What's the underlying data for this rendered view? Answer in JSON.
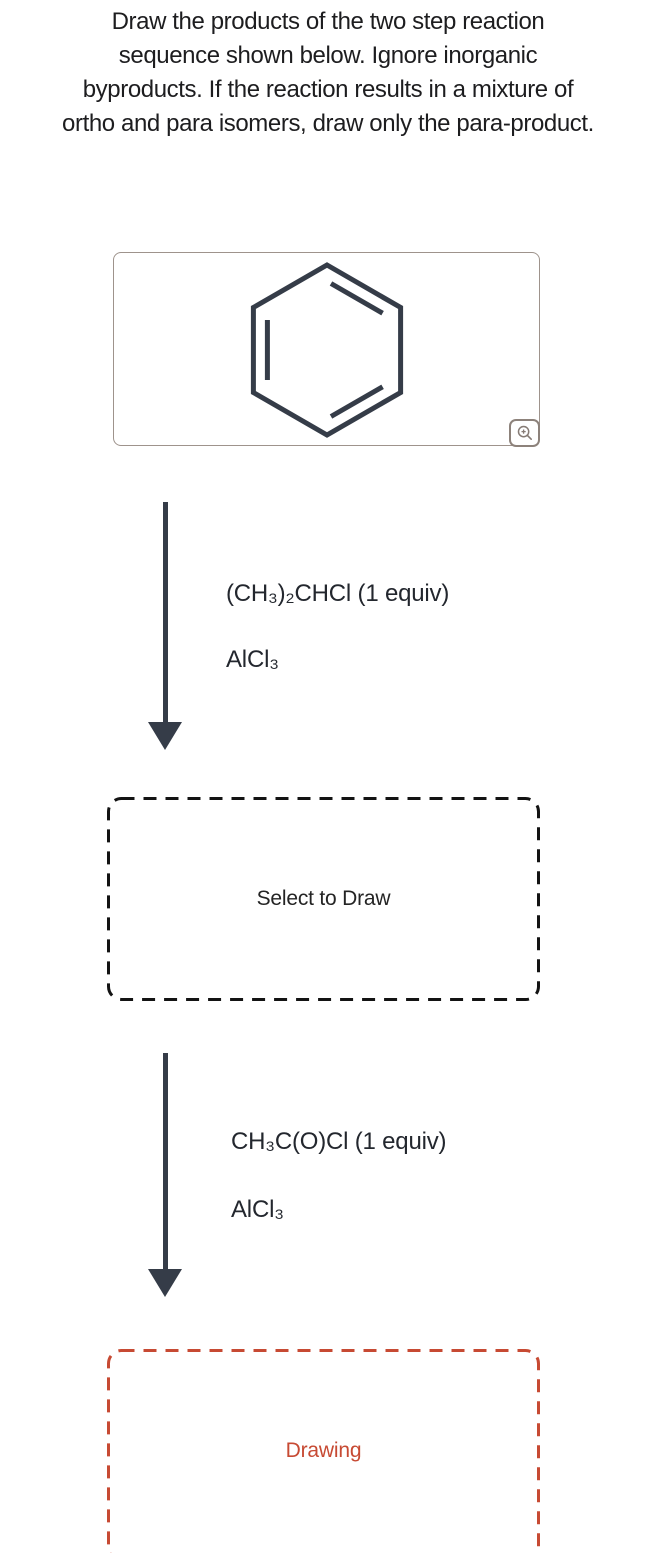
{
  "title": {
    "lines": [
      "Draw the products of the two step reaction",
      "sequence shown below. Ignore inorganic",
      "byproducts. If the reaction results in a mixture of",
      "ortho and para isomers, draw only the para-product."
    ]
  },
  "reactant_panel": {
    "molecule": "benzene",
    "zoom_icon": "zoom-in-magnifier"
  },
  "steps": [
    {
      "reagent": "(CH₃)₂CHCl (1 equiv)",
      "catalyst": "AlCl₃"
    },
    {
      "reagent": "CH₃C(O)Cl (1 equiv)",
      "catalyst": "AlCl₃"
    }
  ],
  "select_box": {
    "label": "Select to Draw"
  },
  "drawing_box": {
    "label": "Drawing"
  },
  "colors": {
    "structure_dark": "#353c48",
    "panel_border": "#9e938c",
    "zoom_icon": "#867b75",
    "dash_black": "#131313",
    "accent_red": "#c74a33",
    "title_text": "#1d1d1f"
  }
}
